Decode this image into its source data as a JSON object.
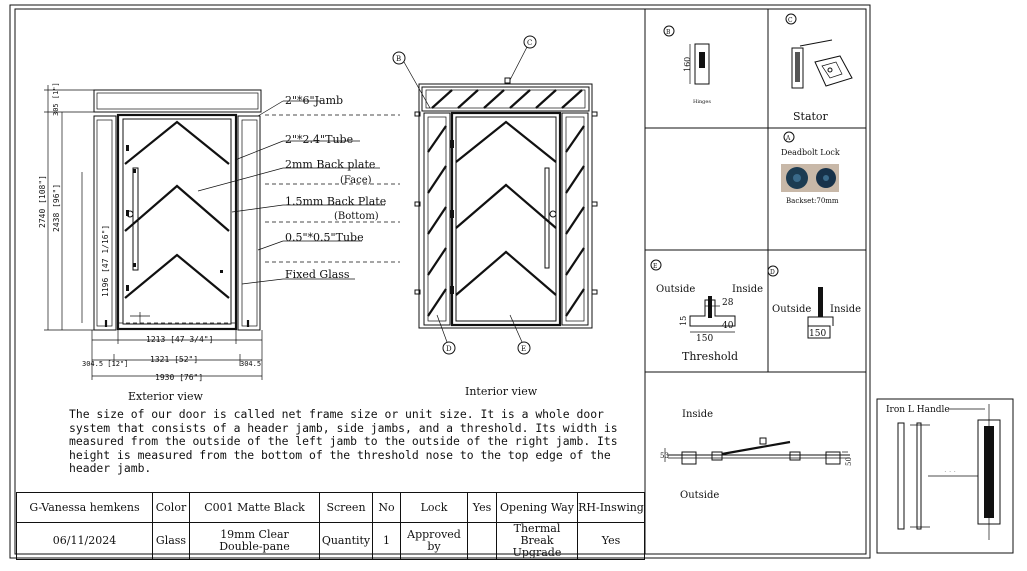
{
  "exterior": {
    "label_jamb": "2\"*6\"Jamb",
    "label_tube": "2\"*2.4\"Tube",
    "label_backplate_face": "2mm Back plate",
    "label_backplate_face_sub": "(Face)",
    "label_backplate_bottom": "1.5mm Back Plate",
    "label_backplate_bottom_sub": "(Bottom)",
    "label_small_tube": "0.5\"*0.5\"Tube",
    "label_fixed_glass": "Fixed Glass",
    "dim_top": "305 [1\"]",
    "dim_total_height": "2740 [108\"]",
    "dim_door_height": "2438 [96\"]",
    "dim_handle": "1196 [47 1/16\"]",
    "dim_door_width": "1213 [47 3/4\"]",
    "dim_frame_width": "1321 [52\"]",
    "dim_side_left": "304.5 [12\"]",
    "dim_side_right": "304.5",
    "dim_total_width": "1930 [76\"]",
    "title": "Exterior view"
  },
  "interior": {
    "callout_b": "B",
    "callout_c": "C",
    "callout_d": "D",
    "callout_e": "E",
    "title": "Interior view"
  },
  "note": "The size of our door is called net frame size or unit size. It is a whole door system that consists of a header jamb, side jambs, and a threshold. Its width is measured from the outside of the left jamb to the outside of the right jamb. Its height is measured from the bottom of the threshold nose to the top edge of the header jamb.",
  "panels": {
    "hinges": {
      "callout": "B",
      "dim": "160",
      "caption": "Hinges"
    },
    "stator": {
      "callout": "C",
      "caption": "Stator"
    },
    "lock": {
      "callout": "A",
      "title": "Deadbolt Lock",
      "backset": "Backset:70mm"
    },
    "threshold": {
      "callout": "E",
      "outside": "Outside",
      "inside": "Inside",
      "dim_28": "28",
      "dim_40": "40",
      "dim_15": "15",
      "dim_150": "150",
      "caption": "Threshold"
    },
    "sill": {
      "callout": "D",
      "outside": "Outside",
      "inside": "Inside",
      "dim_150": "150"
    },
    "plan": {
      "inside": "Inside",
      "outside": "Outside",
      "dim_53": "53",
      "dim_50": "50"
    }
  },
  "handle_detail": {
    "title": "Iron L Handle"
  },
  "title_block": {
    "customer": "G-Vanessa hemkens",
    "date": "06/11/2024",
    "color_label": "Color",
    "color_value": "C001 Matte Black",
    "glass_label": "Glass",
    "glass_value_1": "19mm Clear",
    "glass_value_2": "Double-pane",
    "screen_label": "Screen",
    "screen_value": "No",
    "quantity_label": "Quantity",
    "quantity_value": "1",
    "lock_label": "Lock",
    "lock_value": "Yes",
    "approved_label": "Approved by",
    "approved_value": "",
    "opening_label": "Opening Way",
    "opening_value": "RH-Inswing",
    "thermal_label_1": "Thermal",
    "thermal_label_2": "Break Upgrade",
    "thermal_value": "Yes"
  }
}
